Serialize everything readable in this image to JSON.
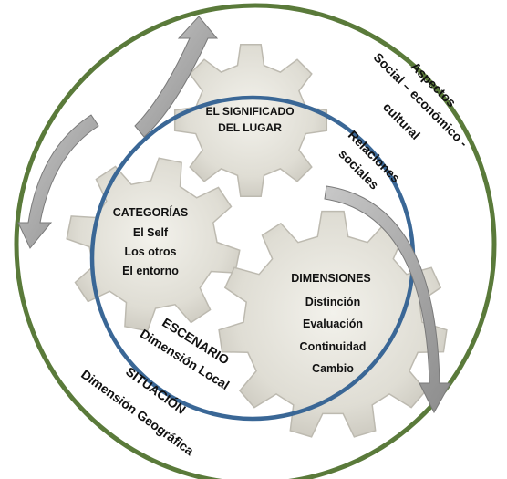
{
  "gears": {
    "significado": {
      "line1": "EL SIGNIFICADO",
      "line2": "DEL LUGAR"
    },
    "categorias": {
      "title": "CATEGORÍAS",
      "items": [
        "El Self",
        "Los otros",
        "El entorno"
      ]
    },
    "dimensiones": {
      "title": "DIMENSIONES",
      "items": [
        "Distinción",
        "Evaluación",
        "Continuidad",
        "Cambio"
      ]
    }
  },
  "outer_ring": {
    "aspectos": [
      "Aspectos",
      "Social – económico -",
      "cultural"
    ],
    "situacion": [
      "SITUACIÓN",
      "Dimensión Geográfica"
    ]
  },
  "inner_ring": {
    "relaciones": [
      "Relaciones",
      "sociales"
    ],
    "escenario": [
      "ESCENARIO",
      "Dimensión Local"
    ]
  },
  "colors": {
    "outer_circle": "#5a7a3a",
    "inner_circle": "#3a6796",
    "gear_fill": "#dedcd3",
    "gear_edge": "#bdbab0",
    "arrow": "#9a9a9a"
  }
}
